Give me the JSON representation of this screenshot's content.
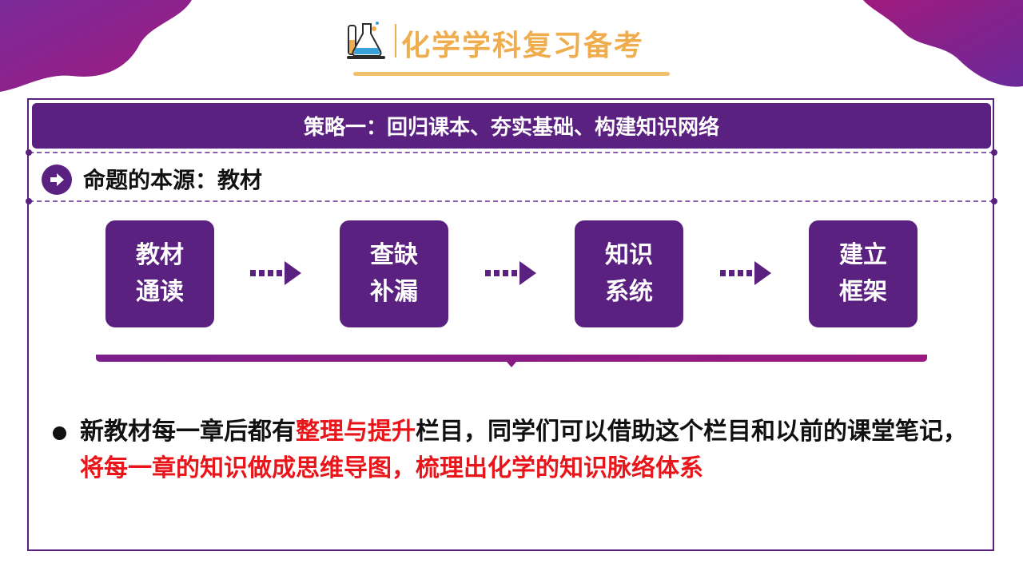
{
  "header": {
    "title": "化学学科复习备考",
    "logo_icon": "chemistry-flask-icon"
  },
  "colors": {
    "primary": "#5a2180",
    "gold": "#f0ad4e",
    "highlight": "#e8161a",
    "blob": "#8a1f8c"
  },
  "strategy": {
    "banner": "策略一：回归课本、夯实基础、构建知识网络"
  },
  "subsection": {
    "icon": "arrow-right-circle-icon",
    "title": "命题的本源：教材"
  },
  "steps": [
    {
      "line1": "教材",
      "line2": "通读"
    },
    {
      "line1": "查缺",
      "line2": "补漏"
    },
    {
      "line1": "知识",
      "line2": "系统"
    },
    {
      "line1": "建立",
      "line2": "框架"
    }
  ],
  "paragraph": {
    "part1": "新教材每一章后都有",
    "highlight1": "整理与提升",
    "part2": "栏目，同学们可以借助这个栏目和以前的课堂笔记，",
    "highlight2": "将每一章的知识做成思维导图，梳理出化学的知识脉络体系"
  }
}
